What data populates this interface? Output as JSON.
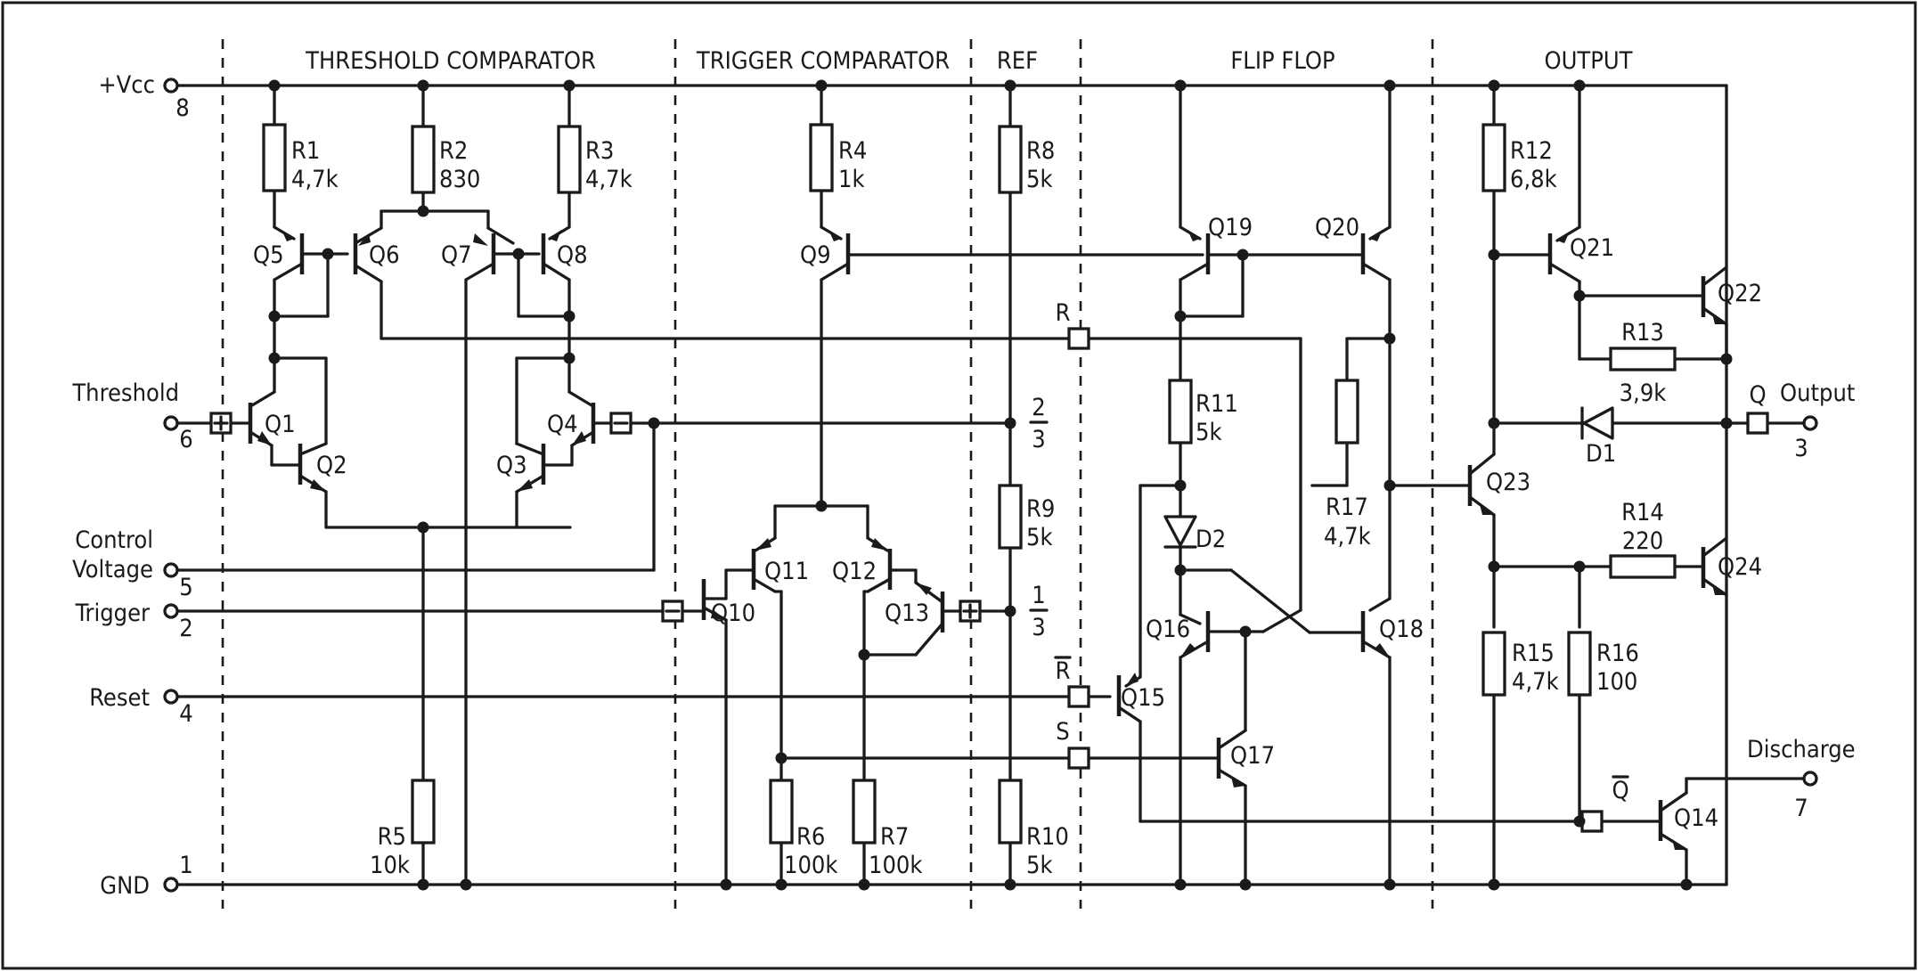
{
  "sections": [
    "THRESHOLD COMPARATOR",
    "TRIGGER COMPARATOR",
    "REF",
    "FLIP FLOP",
    "OUTPUT"
  ],
  "pins": [
    {
      "name": "+Vcc",
      "number": "8"
    },
    {
      "name": "Threshold",
      "number": "6"
    },
    {
      "name": "Control",
      "name2": "Voltage",
      "number": "5"
    },
    {
      "name": "Trigger",
      "number": "2"
    },
    {
      "name": "Reset",
      "number": "4"
    },
    {
      "name": "GND",
      "number": "1"
    },
    {
      "name": "Output",
      "number": "3"
    },
    {
      "name": "Discharge",
      "number": "7"
    }
  ],
  "resistors": [
    {
      "name": "R1",
      "value": "4,7k"
    },
    {
      "name": "R2",
      "value": "830"
    },
    {
      "name": "R3",
      "value": "4,7k"
    },
    {
      "name": "R4",
      "value": "1k"
    },
    {
      "name": "R5",
      "value": "10k"
    },
    {
      "name": "R6",
      "value": "100k"
    },
    {
      "name": "R7",
      "value": "100k"
    },
    {
      "name": "R8",
      "value": "5k"
    },
    {
      "name": "R9",
      "value": "5k"
    },
    {
      "name": "R10",
      "value": "5k"
    },
    {
      "name": "R11",
      "value": "5k"
    },
    {
      "name": "R12",
      "value": "6,8k"
    },
    {
      "name": "R13",
      "value": "3,9k"
    },
    {
      "name": "R14",
      "value": "220"
    },
    {
      "name": "R15",
      "value": "4,7k"
    },
    {
      "name": "R16",
      "value": "100"
    },
    {
      "name": "R17",
      "value": "4,7k"
    }
  ],
  "transistors": [
    "Q1",
    "Q2",
    "Q3",
    "Q4",
    "Q5",
    "Q6",
    "Q7",
    "Q8",
    "Q9",
    "Q10",
    "Q11",
    "Q12",
    "Q13",
    "Q14",
    "Q15",
    "Q16",
    "Q17",
    "Q18",
    "Q19",
    "Q20",
    "Q21",
    "Q22",
    "Q23",
    "Q24"
  ],
  "diodes": [
    "D1",
    "D2"
  ],
  "signals": {
    "R": "R",
    "R_bar": "R",
    "S": "S",
    "Q": "Q",
    "Q_bar": "Q"
  },
  "ref_fractions": [
    {
      "num": "2",
      "den": "3"
    },
    {
      "num": "1",
      "den": "3"
    }
  ],
  "comparator_inputs": {
    "plus": "+",
    "minus": "−"
  }
}
